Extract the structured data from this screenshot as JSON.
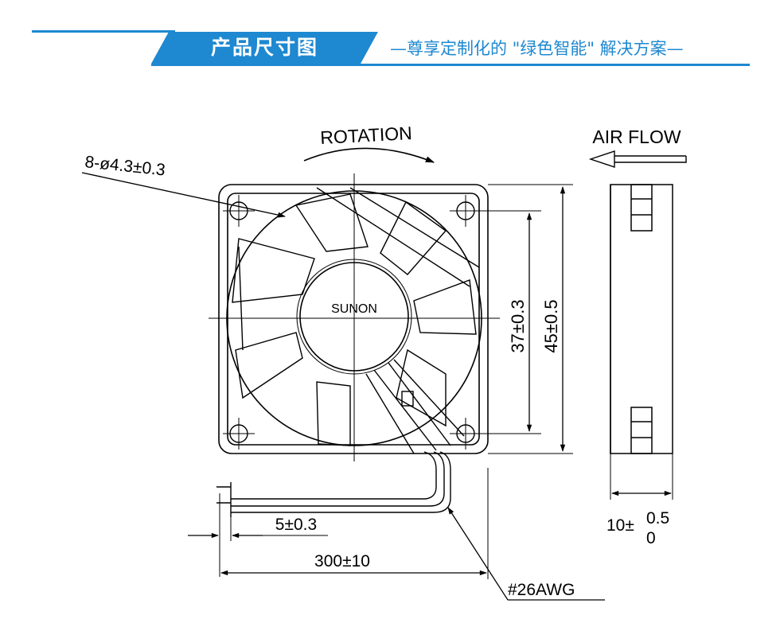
{
  "header": {
    "title": "产品尺寸图",
    "subtitle": "—尊享定制化的 \"绿色智能\" 解决方案—",
    "accent_color": "#1e88d0"
  },
  "drawing": {
    "rotation_label": "ROTATION",
    "airflow_label": "AIR FLOW",
    "hole_spec": "8-ø4.3±0.3",
    "brand_label": "SUNON",
    "dim_hole_spacing": "37±0.3",
    "dim_frame_size": "45±0.5",
    "dim_strip_length": "5±0.3",
    "dim_lead_length": "300±10",
    "wire_gauge": "#26AWG",
    "thickness_base": "10±",
    "thickness_upper": "0.5",
    "thickness_lower": "0"
  }
}
